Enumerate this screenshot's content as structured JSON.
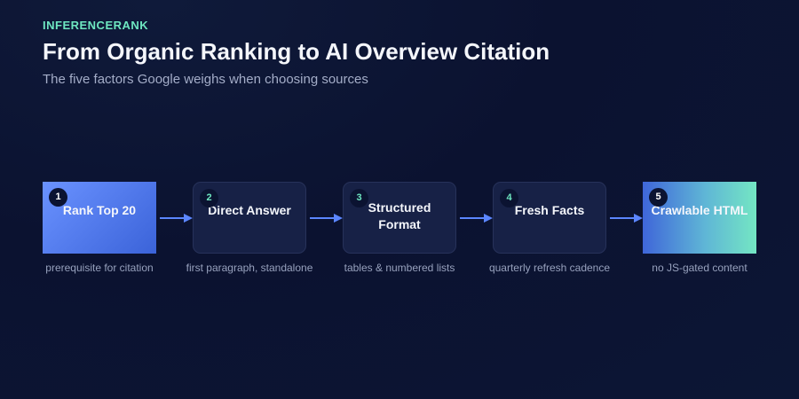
{
  "header": {
    "brand": "INFERENCERANK",
    "title": "From Organic Ranking to AI Overview Citation",
    "subtitle": "The five factors Google weighs when choosing sources"
  },
  "steps": [
    {
      "number": "1",
      "label": "Rank Top 20",
      "caption": "prerequisite for citation"
    },
    {
      "number": "2",
      "label": "Direct Answer",
      "caption": "first paragraph, standalone"
    },
    {
      "number": "3",
      "label": "Structured\nFormat",
      "caption": "tables & numbered lists"
    },
    {
      "number": "4",
      "label": "Fresh Facts",
      "caption": "quarterly refresh cadence"
    },
    {
      "number": "5",
      "label": "Crawlable HTML",
      "caption": "no JS-gated content"
    }
  ],
  "colors": {
    "accent_mint": "#6ee7c1",
    "accent_blue": "#5b86ff",
    "box_fill": "#172146",
    "background": "#0b1230"
  }
}
